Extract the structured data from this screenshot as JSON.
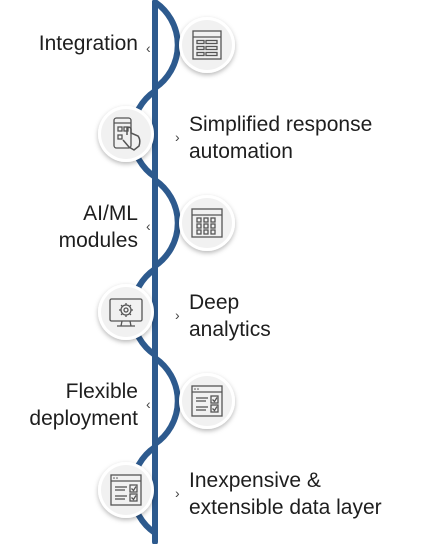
{
  "colors": {
    "spine": "#2d5a8e",
    "circle_fill": "#f1f1f1",
    "circle_ring": "#ffffff",
    "icon_stroke": "#555555",
    "text": "#1e1e1e"
  },
  "steps": [
    {
      "lines": [
        "Integration"
      ],
      "side": "left",
      "icon": "table-layout-icon"
    },
    {
      "lines": [
        "Simplified response",
        "automation"
      ],
      "side": "right",
      "icon": "touch-screen-hand-icon"
    },
    {
      "lines": [
        "AI/ML",
        "modules"
      ],
      "side": "left",
      "icon": "grid-modules-icon"
    },
    {
      "lines": [
        "Deep",
        "analytics"
      ],
      "side": "right",
      "icon": "monitor-gear-icon"
    },
    {
      "lines": [
        "Flexible",
        "deployment"
      ],
      "side": "left",
      "icon": "checklist-window-icon"
    },
    {
      "lines": [
        "Inexpensive &",
        "extensible data layer"
      ],
      "side": "right",
      "icon": "checklist-window-icon"
    }
  ]
}
